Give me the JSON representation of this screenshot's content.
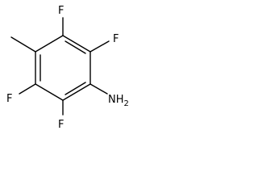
{
  "molecule": {
    "substituents": {
      "f_top_left": "F",
      "f_top_right": "F",
      "f_bottom_left": "F",
      "f_bottom": "F",
      "amine": "NH2"
    }
  }
}
